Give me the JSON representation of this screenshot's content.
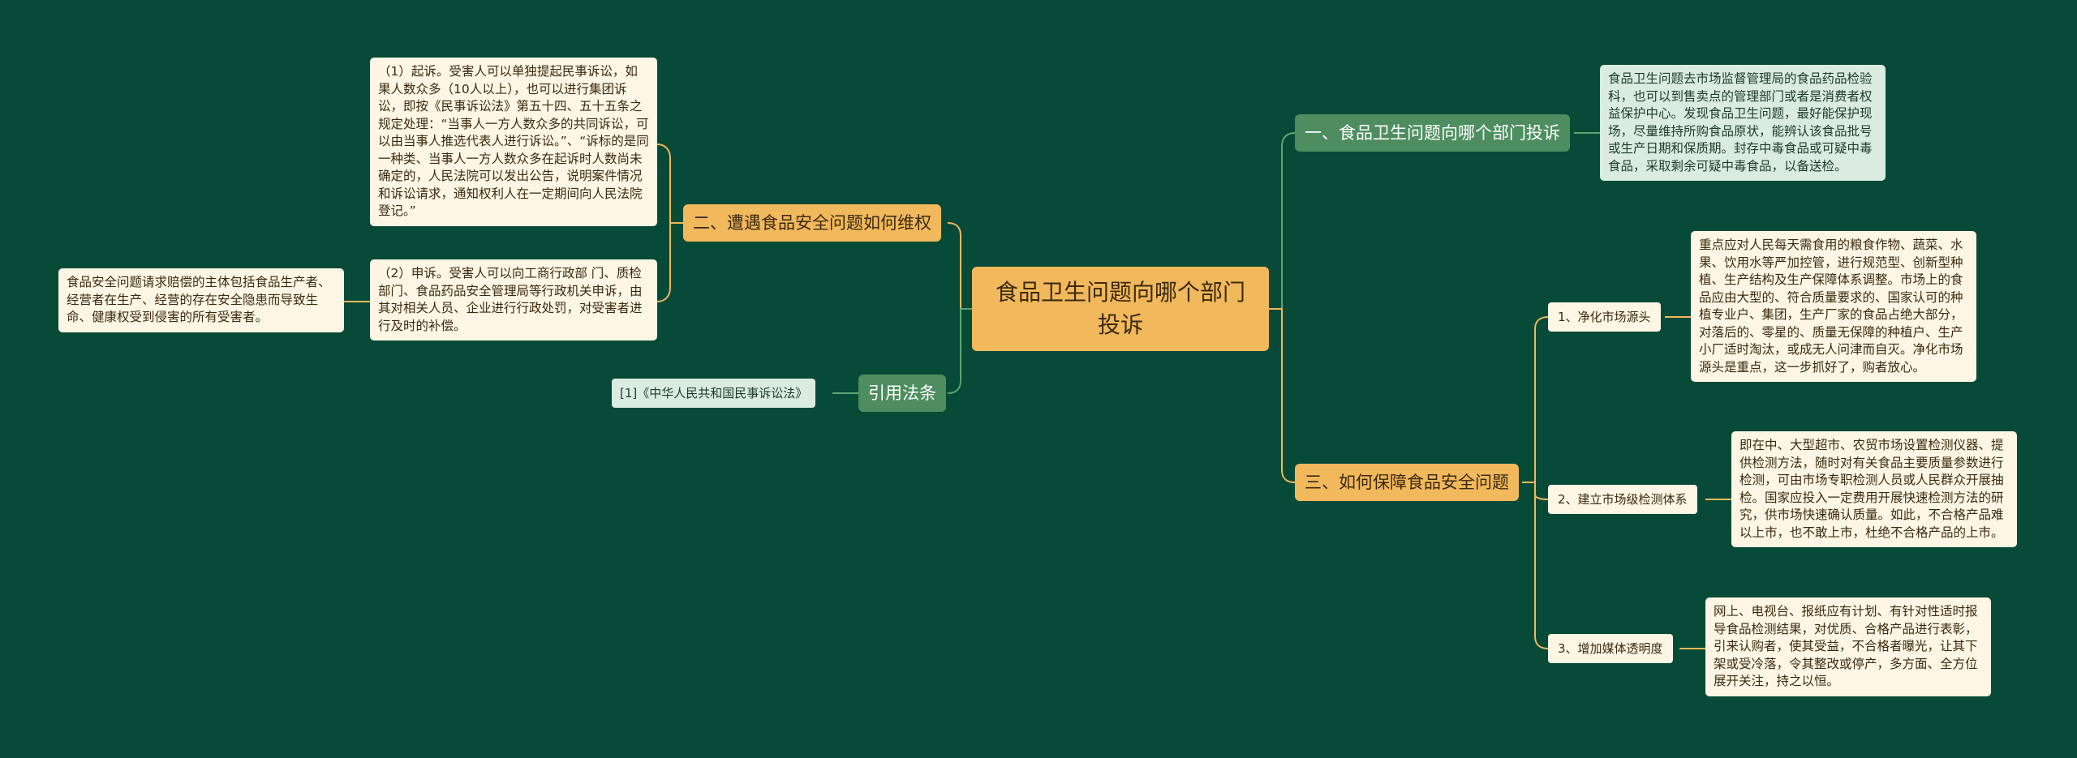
{
  "colors": {
    "background": "#074a37",
    "orange_node": "#f1b85c",
    "green_node": "#4d8d5f",
    "cream_leaf": "#fdf6e4",
    "mint_leaf": "#d9ecdf",
    "orange_line": "#f1b85c",
    "green_line": "#5da570"
  },
  "root": {
    "text": "食品卫生问题向哪个部门投诉"
  },
  "right": {
    "branch1": {
      "title": "一、食品卫生问题向哪个部门投诉",
      "leaf": "食品卫生问题去市场监督管理局的食品药品检验科，也可以到售卖点的管理部门或者是消费者权益保护中心。发现食品卫生问题，最好能保护现场，尽量维持所购食品原状，能辨认该食品批号或生产日期和保质期。封存中毒食品或可疑中毒食品，采取剩余可疑中毒食品，以备送检。"
    },
    "branch3": {
      "title": "三、如何保障食品安全问题",
      "items": [
        {
          "label": "1、净化市场源头",
          "text": "重点应对人民每天需食用的粮食作物、蔬菜、水果、饮用水等严加控管，进行规范型、创新型种植、生产结构及生产保障体系调整。市场上的食品应由大型的、符合质量要求的、国家认可的种植专业户、集团，生产厂家的食品占绝大部分，对落后的、零星的、质量无保障的种植户、生产小厂适时淘汰，或成无人问津而自灭。净化市场源头是重点，这一步抓好了，购者放心。"
        },
        {
          "label": "2、建立市场级检测体系",
          "text": "即在中、大型超市、农贸市场设置检测仪器、提供检测方法，随时对有关食品主要质量参数进行检测，可由市场专职检测人员或人民群众开展抽检。国家应投入一定费用开展快速检测方法的研究，供市场快速确认质量。如此，不合格产品难以上市，也不敢上市，杜绝不合格产品的上市。"
        },
        {
          "label": "3、增加媒体透明度",
          "text": "网上、电视台、报纸应有计划、有针对性适时报导食品检测结果，对优质、合格产品进行表彰，引来认购者，使其受益，不合格者曝光，让其下架或受冷落，令其整改或停产，多方面、全方位展开关注，持之以恒。"
        }
      ]
    }
  },
  "left": {
    "branch2": {
      "title": "二、遭遇食品安全问题如何维权",
      "item1": "（1）起诉。受害人可以单独提起民事诉讼，如果人数众多（10人以上），也可以进行集团诉讼，即按《民事诉讼法》第五十四、五十五条之规定处理：“当事人一方人数众多的共同诉讼，可以由当事人推选代表人进行诉讼。”、“诉标的是同一种类、当事人一方人数众多在起诉时人数尚未确定的，人民法院可以发出公告，说明案件情况和诉讼请求，通知权利人在一定期间向人民法院登记。”",
      "item2": "（2）申诉。受害人可以向工商行政部 门、质检部门、食品药品安全管理局等行政机关申诉，由其对相关人员、企业进行行政处罚，对受害者进行及时的补偿。",
      "item2_detail": "食品安全问题请求赔偿的主体包括食品生产者、经营者在生产、经营的存在安全隐患而导致生命、健康权受到侵害的所有受害者。"
    },
    "law": {
      "title": "引用法条",
      "ref": "[1]《中华人民共和国民事诉讼法》"
    }
  }
}
